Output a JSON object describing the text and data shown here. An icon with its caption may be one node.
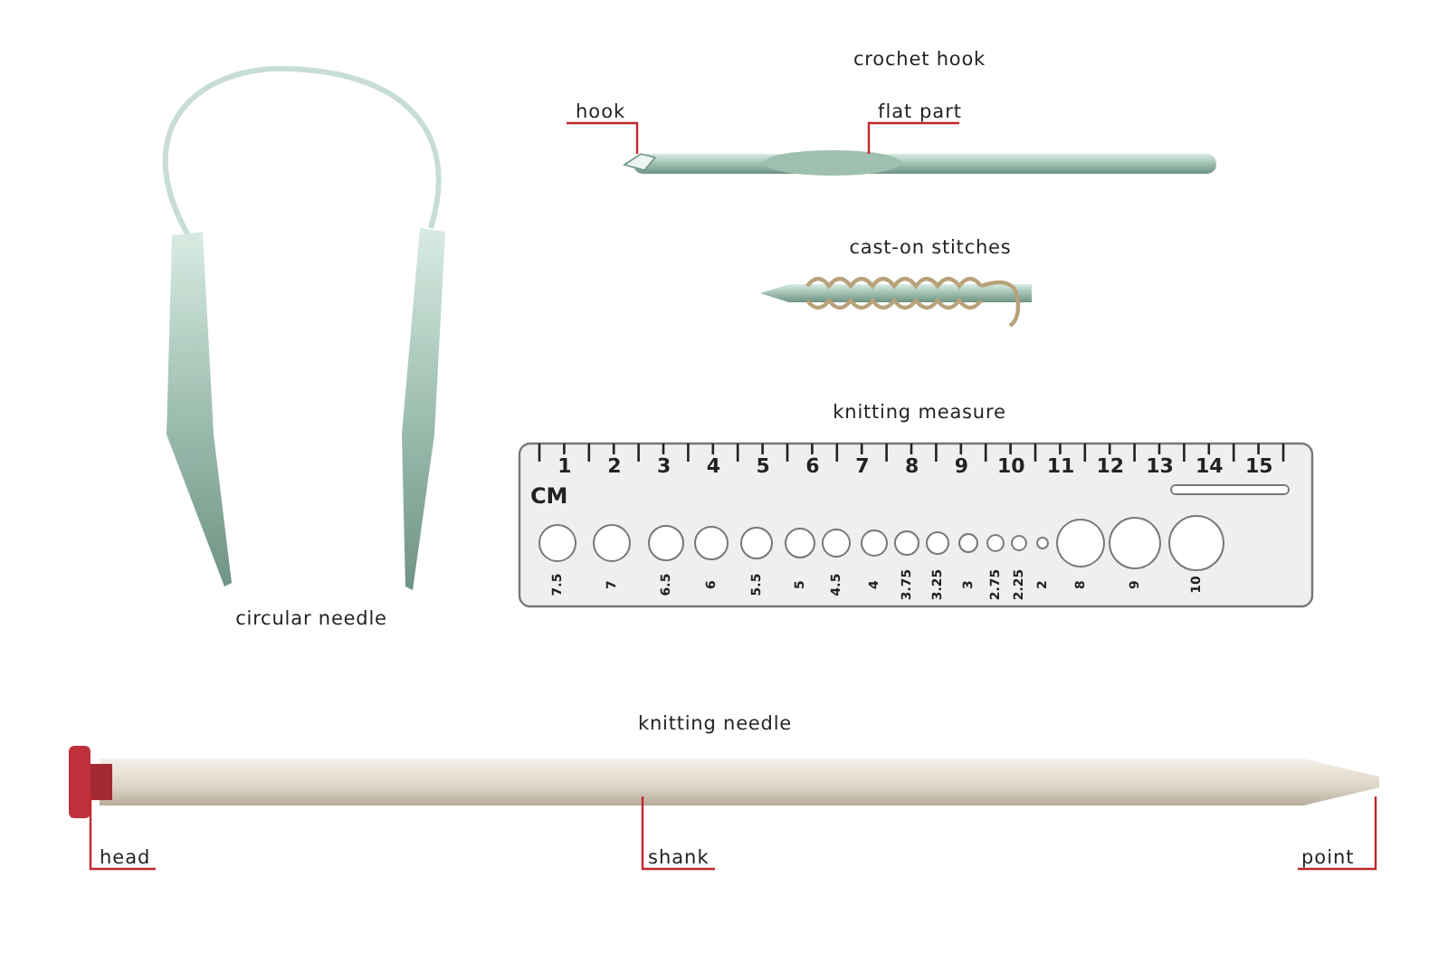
{
  "diagram": {
    "nodes": [
      {
        "text": [
          "hook"
        ]
      },
      {
        "text": [
          "flat part"
        ]
      },
      {
        "text": [
          "head"
        ]
      },
      {
        "text": [
          "shank"
        ]
      },
      {
        "text": [
          "point"
        ]
      },
      {
        "text": [],
        "shape": "picture"
      },
      {
        "text": [],
        "shape": "picture"
      }
    ],
    "edges": [
      {
        "from": 0,
        "to": 5,
        "arrow": "none"
      },
      {
        "from": 1,
        "to": 5,
        "arrow": "none"
      },
      {
        "from": 2,
        "to": 6,
        "arrow": "none"
      },
      {
        "from": 3,
        "to": 6,
        "arrow": "none"
      },
      {
        "from": 4,
        "to": 6,
        "arrow": "none"
      }
    ],
    "labels": [
      "crochet hook",
      "cast-on stitches",
      "knitting measure",
      "CM",
      "1",
      "2",
      "3",
      "4",
      "5",
      "6",
      "7",
      "8",
      "9",
      "10",
      "11",
      "12",
      "13",
      "14",
      "15",
      "7.5",
      "7",
      "6.5",
      "6",
      "5.5",
      "5",
      "4.5",
      "4",
      "3.75",
      "3.25",
      "3",
      "2.75",
      "2.25",
      "2",
      "8",
      "9",
      "10",
      "circular needle",
      "knitting needle"
    ]
  }
}
